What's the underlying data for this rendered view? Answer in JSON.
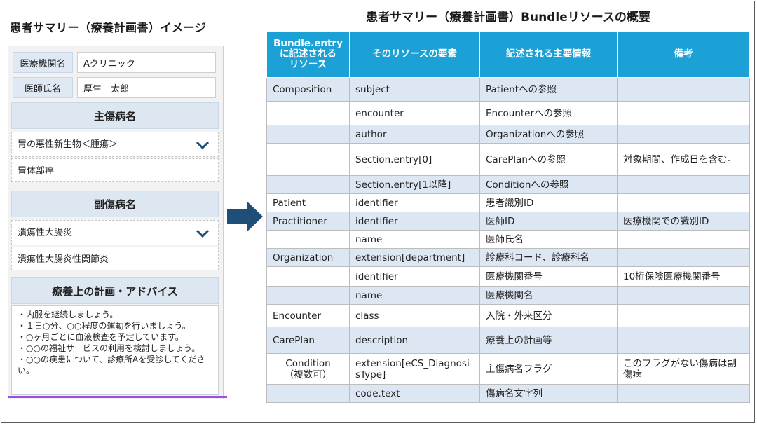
{
  "left": {
    "title": "患者サマリー（療養計画書）イメージ",
    "institution_label": "医療機関名",
    "institution_value": "Aクリニック",
    "doctor_label": "医師氏名",
    "doctor_value": "厚生　太郎",
    "main_disease_header": "主傷病名",
    "main_disease_select": "胃の悪性新生物＜腫瘍＞",
    "main_disease_detail": "胃体部癌",
    "sub_disease_header": "副傷病名",
    "sub_disease_select": "潰瘍性大腸炎",
    "sub_disease_detail": "潰瘍性大腸炎性関節炎",
    "advice_header": "療養上の計画・アドバイス",
    "advice_lines": [
      "・内服を継続しましょう。",
      "・１日○分、○○程度の運動を行いましょう。",
      "・○ヶ月ごとに血液検査を予定しています。",
      "・○○の福祉サービスの利用を検討しましょう。",
      "・○○の疾患について、診療所Aを受診してください。"
    ]
  },
  "right": {
    "title": "患者サマリー（療養計画書）Bundleリソースの概要",
    "headers": [
      "Bundle.entry\nに記述される\nリソース",
      "そのリソースの要素",
      "記述される主要情報",
      "備考"
    ],
    "rows": [
      {
        "resource": "Composition",
        "element": "subject",
        "info": "Patientへの参照",
        "note": ""
      },
      {
        "resource": "",
        "element": "encounter",
        "info": "Encounterへの参照",
        "note": ""
      },
      {
        "resource": "",
        "element": "author",
        "info": "Organizationへの参照",
        "note": ""
      },
      {
        "resource": "",
        "element": "Section.entry[0]",
        "info": "CarePlanへの参照",
        "note": "対象期間、作成日を含む。"
      },
      {
        "resource": "",
        "element": "Section.entry[1以降]",
        "info": "Conditionへの参照",
        "note": ""
      },
      {
        "resource": "Patient",
        "element": "identifier",
        "info": "患者識別ID",
        "note": ""
      },
      {
        "resource": "Practitioner",
        "element": "identifier",
        "info": "医師ID",
        "note": "医療機関での識別ID"
      },
      {
        "resource": "",
        "element": "name",
        "info": "医師氏名",
        "note": ""
      },
      {
        "resource": "Organization",
        "element": "extension[department]",
        "info": "診療科コード、診療科名",
        "note": ""
      },
      {
        "resource": "",
        "element": "identifier",
        "info": "医療機関番号",
        "note": "10桁保険医療機関番号"
      },
      {
        "resource": "",
        "element": "name",
        "info": "医療機関名",
        "note": ""
      },
      {
        "resource": "Encounter",
        "element": "class",
        "info": "入院・外来区分",
        "note": ""
      },
      {
        "resource": "CarePlan",
        "element": "description",
        "info": "療養上の計画等",
        "note": ""
      },
      {
        "resource": "Condition\n（複数可）",
        "element": "extension[eCS_DiagnosisType]",
        "info": "主傷病名フラグ",
        "note": "このフラグがない傷病は副傷病"
      },
      {
        "resource": "",
        "element": "code.text",
        "info": "傷病名文字列",
        "note": ""
      }
    ]
  },
  "colors": {
    "header_blue": "#1ba1d6",
    "row_alt": "#dde7f3",
    "arrow": "#1f4e79",
    "section_head": "#dce7f2",
    "chevron": "#1f4e79",
    "underline": "#9b4dea"
  },
  "icons": {
    "arrow": "right-arrow-icon",
    "dropdown": "chevron-down-icon"
  }
}
